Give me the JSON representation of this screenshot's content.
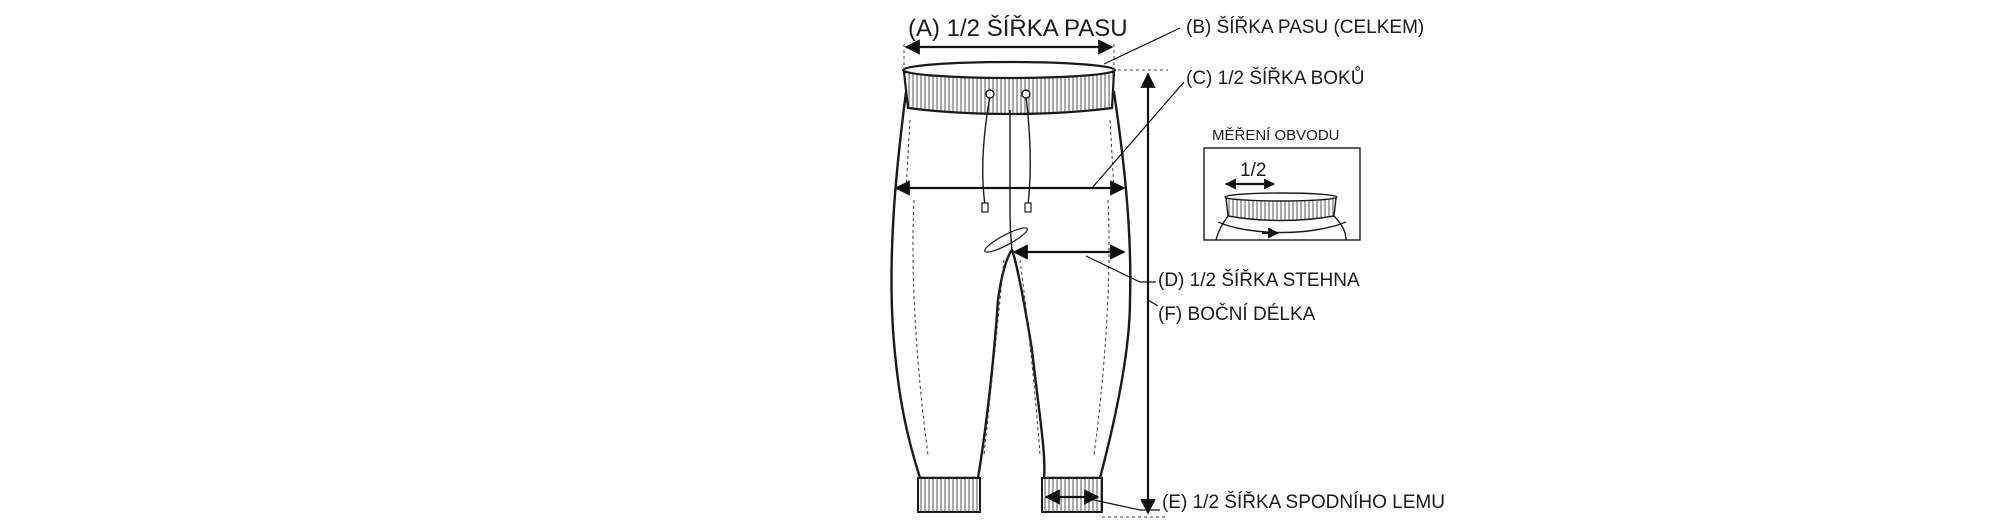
{
  "labels": {
    "a": "(A) 1/2 ŠÍŘKA PASU",
    "b": "(B) ŠÍŘKA PASU (CELKEM)",
    "c": "(C) 1/2 ŠÍŘKA BOKŮ",
    "d": "(D) 1/2 ŠÍŘKA STEHNA",
    "f": "(F) BOČNÍ DÉLKA",
    "e": "(E) 1/2 ŠÍŘKA SPODNÍHO LEMU"
  },
  "inset": {
    "title": "MĚŘENÍ OBVODU",
    "half": "1/2"
  }
}
